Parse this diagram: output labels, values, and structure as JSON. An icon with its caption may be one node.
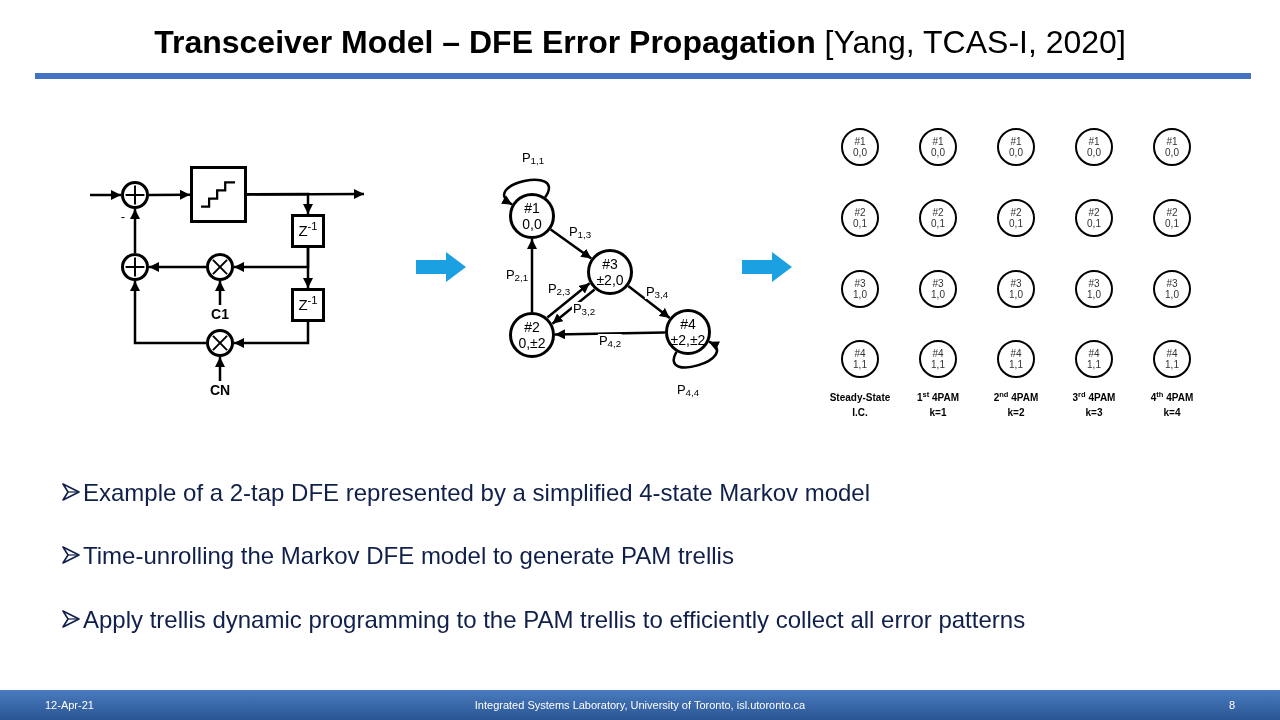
{
  "diagram": {
    "title": "**Transceiver Model – DFE Error Propagation** [Yang, TCAS-I, 2020]",
    "nodes": [
      {
        "text": [],
        "shape": "circle"
      },
      {
        "text": [],
        "shape": "box"
      },
      {
        "text": [
          "Z$^{-1}$"
        ]
      },
      {
        "text": [],
        "shape": "circle"
      },
      {
        "text": [],
        "shape": "circle"
      },
      {
        "text": [
          "Z$^{-1}$"
        ]
      },
      {
        "text": [],
        "shape": "circle"
      },
      {
        "text": [
          "C1"
        ]
      },
      {
        "text": [
          "CN"
        ]
      },
      {
        "text": [
          "#1",
          "0,0"
        ]
      },
      {
        "text": [
          "#3",
          "±2,0"
        ]
      },
      {
        "text": [
          "#2",
          "0,±2"
        ]
      },
      {
        "text": [
          "#4",
          "±2,±2"
        ]
      },
      {
        "text": [
          "#1",
          "0,0"
        ]
      },
      {
        "text": [
          "#1",
          "0,0"
        ]
      },
      {
        "text": [
          "#1",
          "0,0"
        ]
      },
      {
        "text": [
          "#1",
          "0,0"
        ]
      },
      {
        "text": [
          "#1",
          "0,0"
        ]
      },
      {
        "text": [
          "#2",
          "0,1"
        ]
      },
      {
        "text": [
          "#2",
          "0,1"
        ]
      },
      {
        "text": [
          "#2",
          "0,1"
        ]
      },
      {
        "text": [
          "#2",
          "0,1"
        ]
      },
      {
        "text": [
          "#2",
          "0,1"
        ]
      },
      {
        "text": [
          "#3",
          "1,0"
        ]
      },
      {
        "text": [
          "#3",
          "1,0"
        ]
      },
      {
        "text": [
          "#3",
          "1,0"
        ]
      },
      {
        "text": [
          "#3",
          "1,0"
        ]
      },
      {
        "text": [
          "#3",
          "1,0"
        ]
      },
      {
        "text": [
          "#4",
          "1,1"
        ]
      },
      {
        "text": [
          "#4",
          "1,1"
        ]
      },
      {
        "text": [
          "#4",
          "1,1"
        ]
      },
      {
        "text": [
          "#4",
          "1,1"
        ]
      },
      {
        "text": [
          "#4",
          "1,1"
        ]
      }
    ],
    "edges": [
      {
        "from": null,
        "to": 0,
        "arrow": "to"
      },
      {
        "from": 0,
        "to": 1,
        "arrow": "to"
      },
      {
        "from": 1,
        "to": null,
        "arrow": "to"
      },
      {
        "from": 1,
        "to": 2,
        "arrow": "to"
      },
      {
        "from": 2,
        "to": 5,
        "arrow": "to"
      },
      {
        "from": 2,
        "to": 4,
        "arrow": "to"
      },
      {
        "from": 4,
        "to": 3,
        "arrow": "to"
      },
      {
        "from": 5,
        "to": 6,
        "arrow": "to"
      },
      {
        "from": 6,
        "to": 3,
        "arrow": "to"
      },
      {
        "from": 3,
        "to": 0,
        "arrow": "to",
        "label": "-"
      },
      {
        "from": 7,
        "to": 4,
        "arrow": "to"
      },
      {
        "from": 8,
        "to": 6,
        "arrow": "to"
      },
      {
        "from": 9,
        "to": 9,
        "arrow": "to",
        "label": "P$_{1,1}$"
      },
      {
        "from": 9,
        "to": 10,
        "arrow": "to",
        "label": "P$_{1,3}$"
      },
      {
        "from": 11,
        "to": 9,
        "arrow": "to",
        "label": "P$_{2,1}$"
      },
      {
        "from": 11,
        "to": 10,
        "arrow": "to",
        "label": "P$_{2,3}$"
      },
      {
        "from": 10,
        "to": 11,
        "arrow": "to",
        "label": "P$_{3,2}$"
      },
      {
        "from": 10,
        "to": 12,
        "arrow": "to",
        "label": "P$_{3,4}$"
      },
      {
        "from": 12,
        "to": 11,
        "arrow": "to",
        "label": "P$_{4,2}$"
      },
      {
        "from": 12,
        "to": 12,
        "arrow": "to",
        "label": "P$_{4,4}$"
      }
    ],
    "labels": [
      "Steady-State I.C.",
      "1$^{st}$ 4PAM k=1",
      "2$^{nd}$ 4PAM k=2",
      "3$^{rd}$ 4PAM k=3",
      "4$^{th}$ 4PAM k=4",
      "Example of a 2-tap DFE represented by a simplified 4-state Markov model",
      "Time-unrolling the Markov DFE model to generate PAM trellis",
      "Apply trellis dynamic programming to the PAM trellis to efficiently collect all error patterns",
      "12-Apr-21",
      "Integrated Systems Laboratory, University of Toronto, isl.utoronto.ca",
      "8"
    ]
  }
}
